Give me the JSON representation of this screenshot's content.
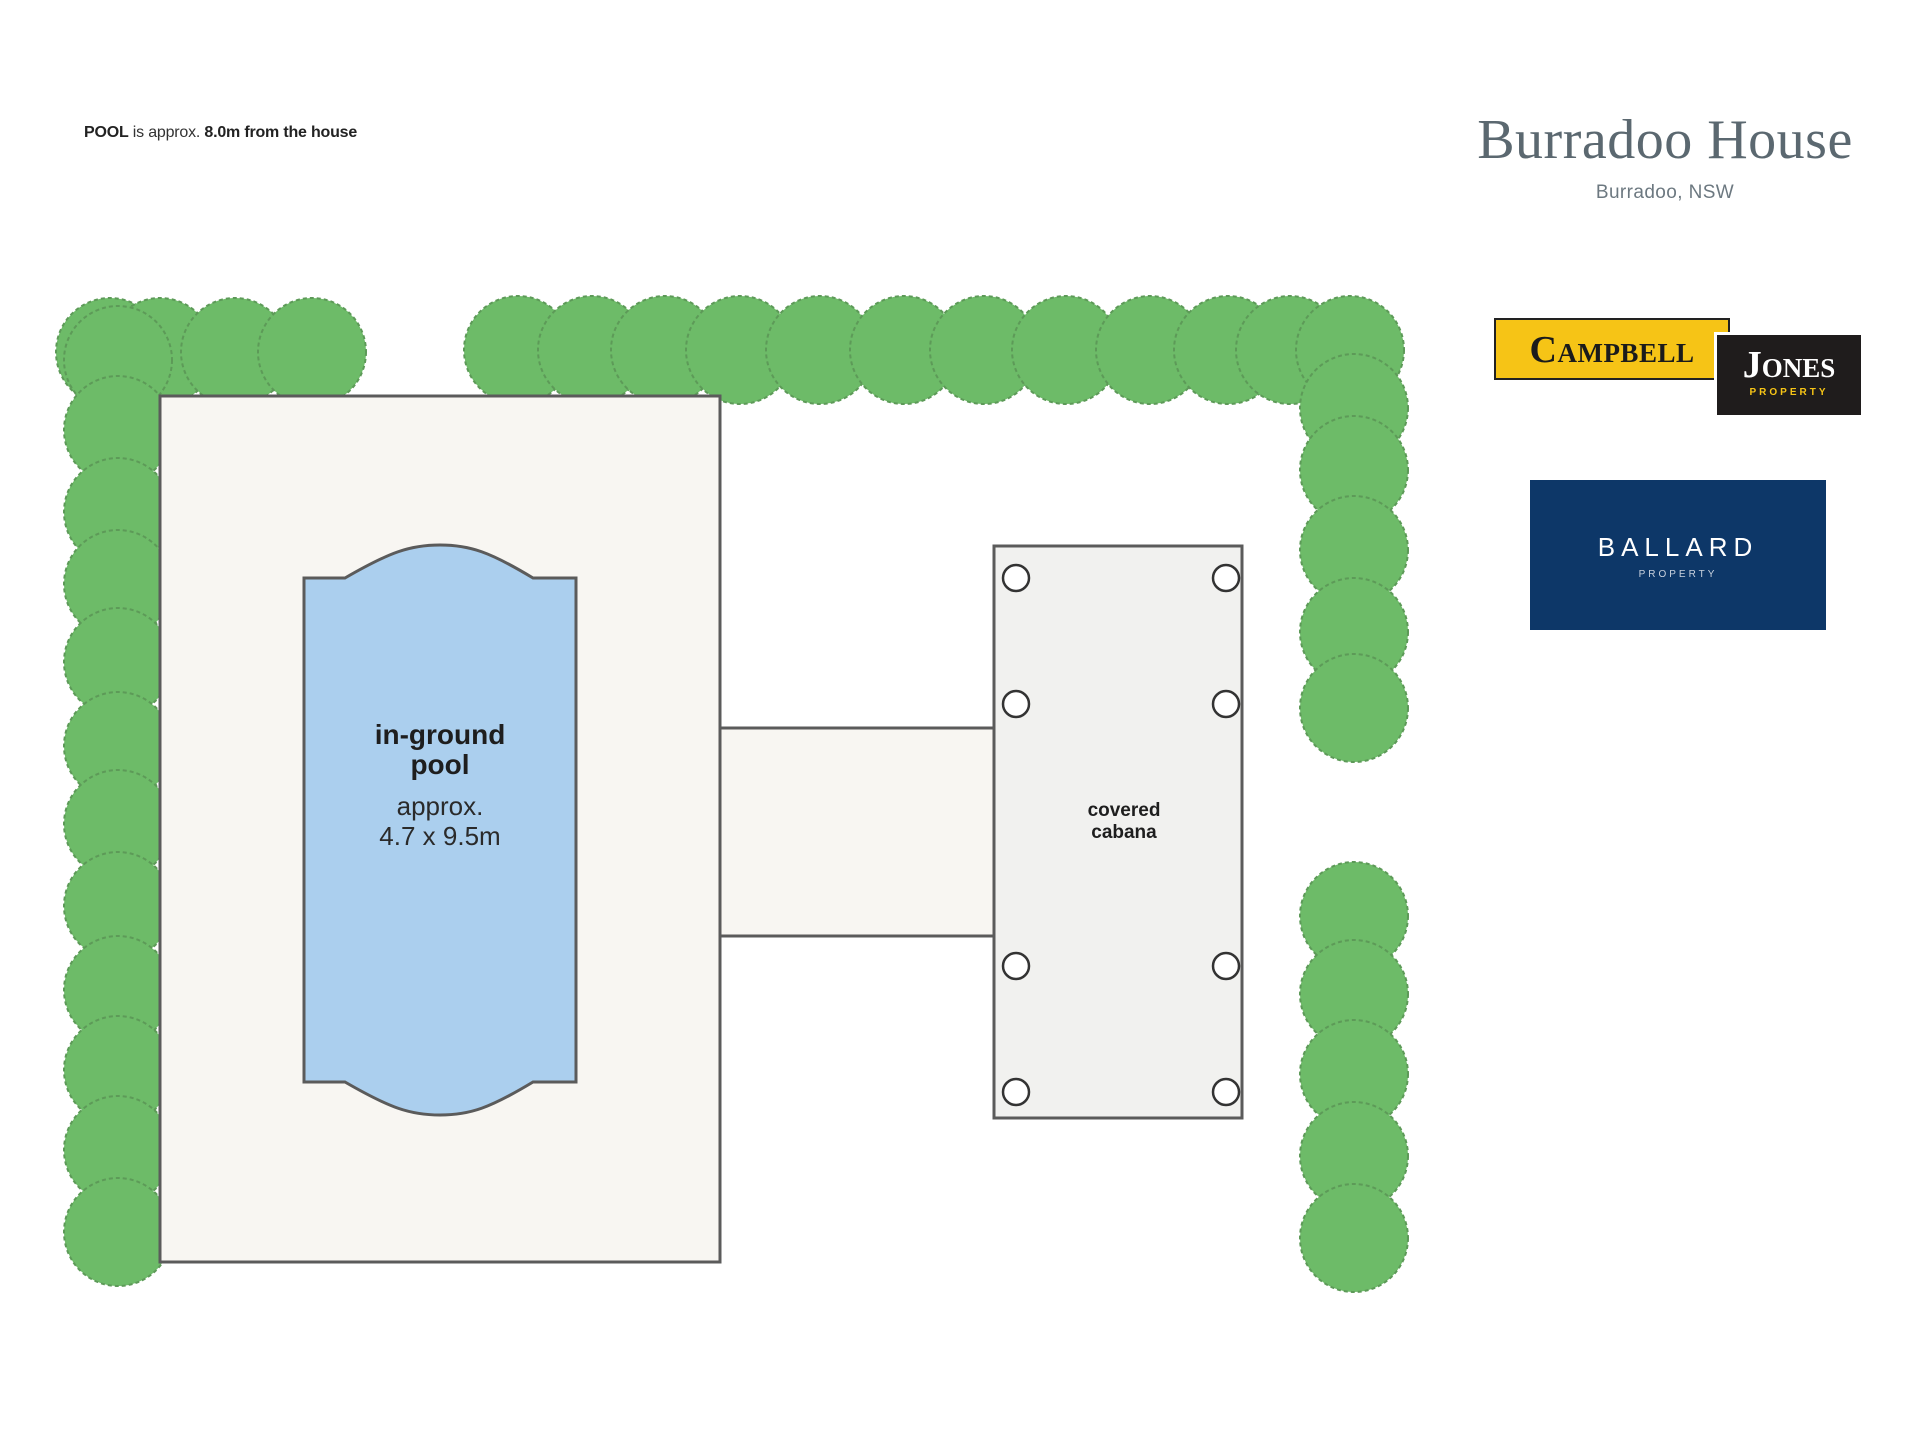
{
  "note": {
    "pool_label": "POOL",
    "middle": " is approx. ",
    "distance": "8.0m from the house"
  },
  "title": "Burradoo House",
  "subtitle": "Burradoo, NSW",
  "logos": {
    "campbell_jones": {
      "name1": "Campbell",
      "name2": "Jones",
      "tag": "PROPERTY"
    },
    "ballard": {
      "name": "BALLARD",
      "tag": "PROPERTY"
    }
  },
  "plan": {
    "pool": {
      "line1": "in-ground",
      "line2": "pool",
      "line3": "approx.",
      "line4": "4.7 x 9.5m"
    },
    "cabana": {
      "line1": "covered",
      "line2": "cabana"
    }
  },
  "colors": {
    "hedge": "#6dbb68",
    "pool_water": "#abcfee",
    "deck": "#f8f6f2",
    "cabana": "#f1f1ef",
    "outline": "#5b5b5b",
    "campbell_yellow": "#f6c416",
    "ballard_navy": "#0d3768"
  }
}
